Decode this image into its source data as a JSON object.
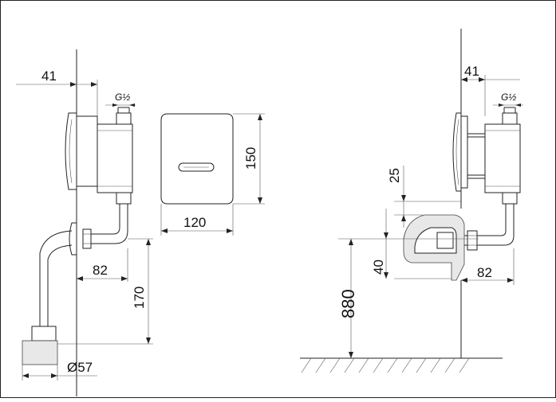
{
  "left_view": {
    "wall_offset": "41",
    "thread": "G½",
    "pipe_offset": "82",
    "pipe_drop": "170",
    "base_diameter": "Ø57"
  },
  "front_view": {
    "height": "150",
    "width": "120"
  },
  "right_view": {
    "wall_offset": "41",
    "thread": "G½",
    "gap": "25",
    "ledge": "40",
    "pipe_offset": "82",
    "install_height": "880"
  }
}
